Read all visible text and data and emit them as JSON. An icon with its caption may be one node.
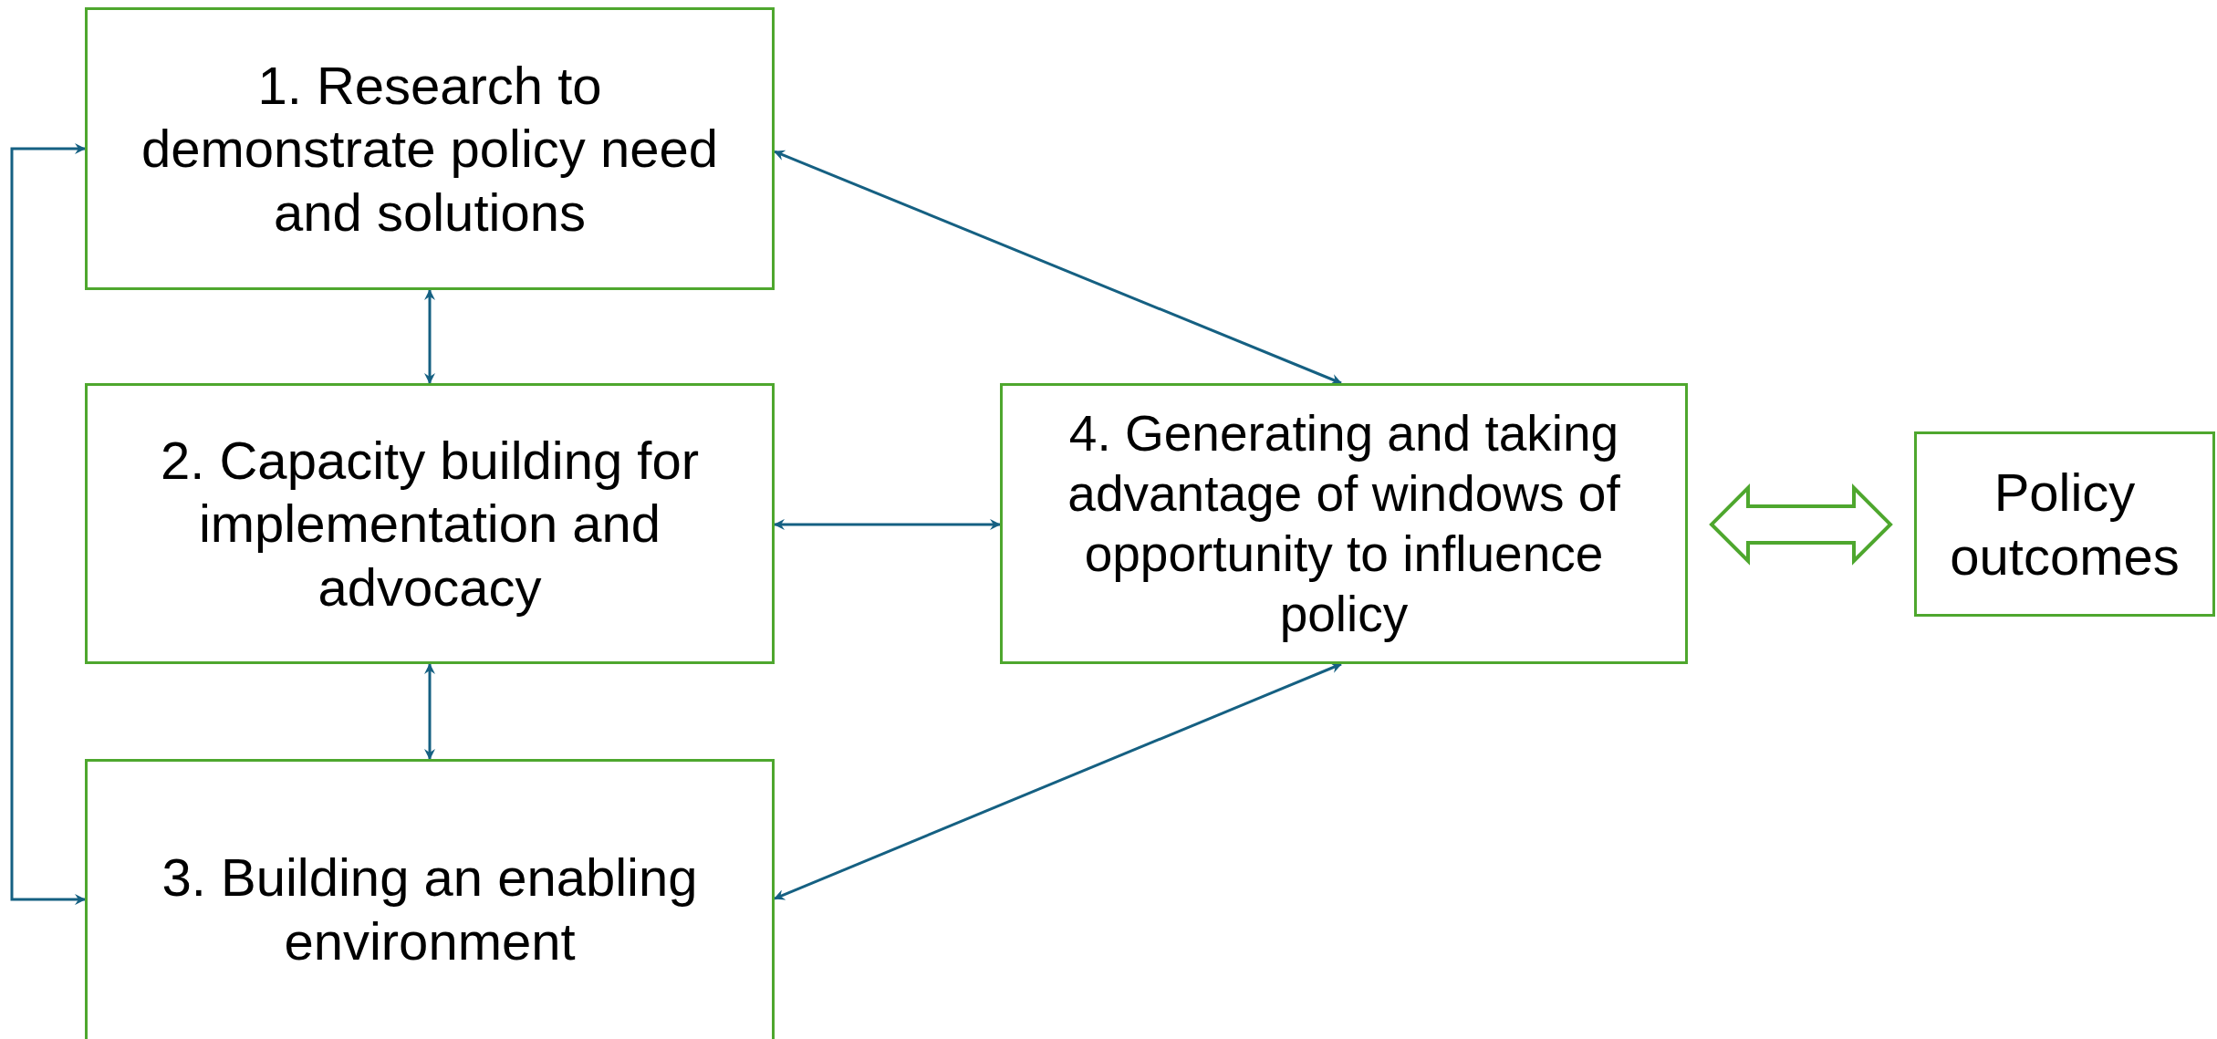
{
  "diagram": {
    "nodes": [
      {
        "text": [
          "1. Research to demonstrate policy need and solutions"
        ]
      },
      {
        "text": [
          "2. Capacity building for implementation and advocacy"
        ]
      },
      {
        "text": [
          "3. Building an enabling environment"
        ]
      },
      {
        "text": [
          "4. Generating and taking advantage of windows of opportunity to influence policy"
        ]
      },
      {
        "text": [
          "Policy outcomes"
        ]
      }
    ],
    "edges": [
      {
        "from": 0,
        "to": 1,
        "arrow": "both"
      },
      {
        "from": 1,
        "to": 2,
        "arrow": "both"
      },
      {
        "from": 1,
        "to": 3,
        "arrow": "both"
      },
      {
        "from": 0,
        "to": 3,
        "arrow": "both"
      },
      {
        "from": 2,
        "to": 3,
        "arrow": "both"
      },
      {
        "from": 0,
        "to": 2,
        "arrow": "both"
      },
      {
        "from": 3,
        "to": 4,
        "arrow": "both",
        "style": "thick",
        "color": "#4ea72e"
      }
    ]
  }
}
